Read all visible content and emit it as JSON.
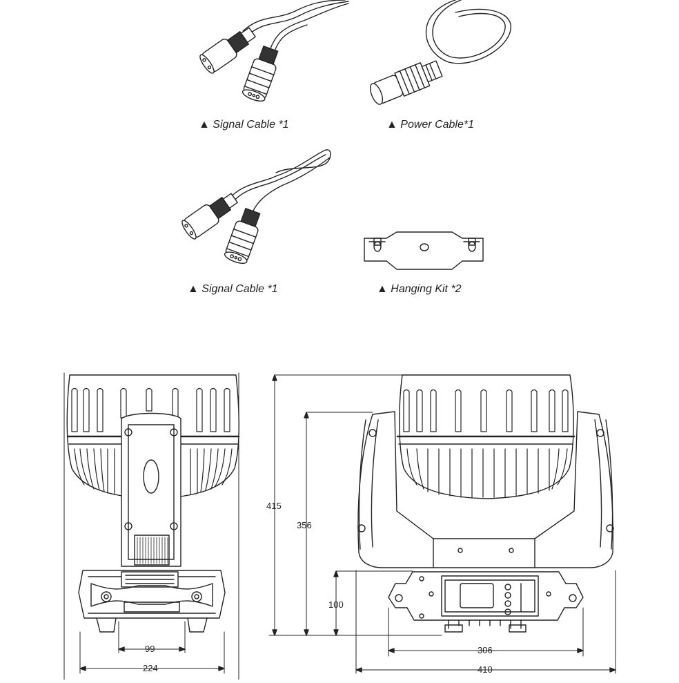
{
  "accessories": {
    "signal_cable_top": "▲ Signal Cable *1",
    "power_cable": "▲ Power Cable*1",
    "signal_cable_bottom": "▲ Signal Cable *1",
    "hanging_kit": "▲ Hanging Kit *2"
  },
  "dimensions": {
    "front_base": "99",
    "front_width": "224",
    "side_total_height": "415",
    "side_yoke_height": "356",
    "side_base_height": "100",
    "side_base_width": "306",
    "side_total_width": "410"
  }
}
